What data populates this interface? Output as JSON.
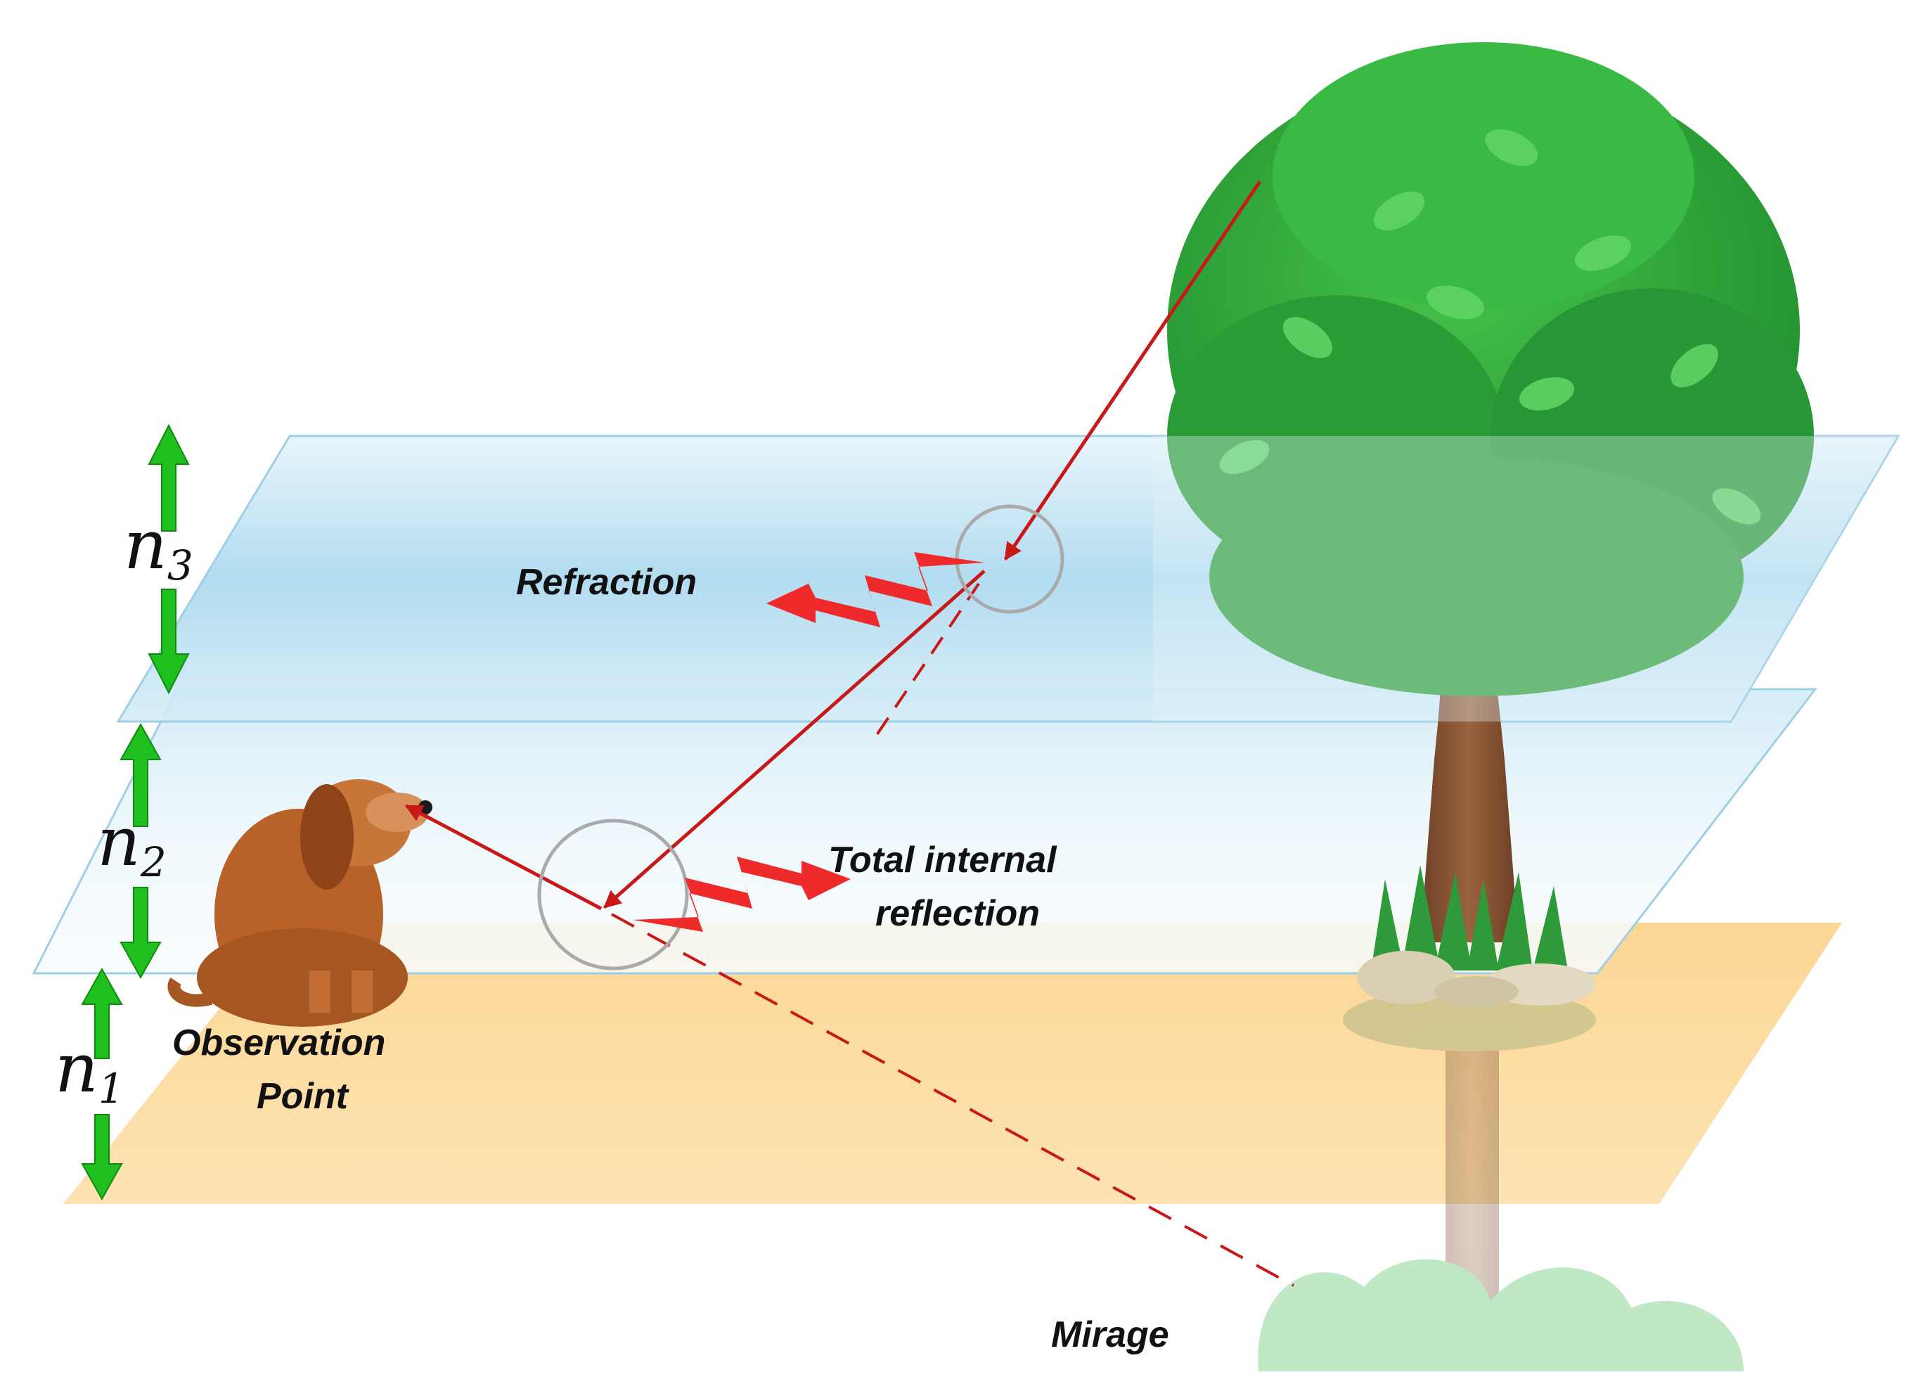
{
  "labels": {
    "refraction": "Refraction",
    "tir_line1": "Total internal",
    "tir_line2": "reflection",
    "obs_line1": "Observation",
    "obs_line2": "Point",
    "mirage": "Mirage",
    "n3_base": "n",
    "n3_sub": "3",
    "n2_base": "n",
    "n2_sub": "2",
    "n1_base": "n",
    "n1_sub": "1"
  },
  "colors": {
    "ray": "#c81818",
    "jagged_arrow": "#ee2a2a",
    "layer_blue": "#a9d8ee",
    "ground": "#fbd89a",
    "green_arrow": "#1fbf1f",
    "circle": "#aaaaaa"
  },
  "icons": {
    "tree": "tree-icon",
    "dog": "dog-icon",
    "arrows": "double-arrow-icon"
  }
}
